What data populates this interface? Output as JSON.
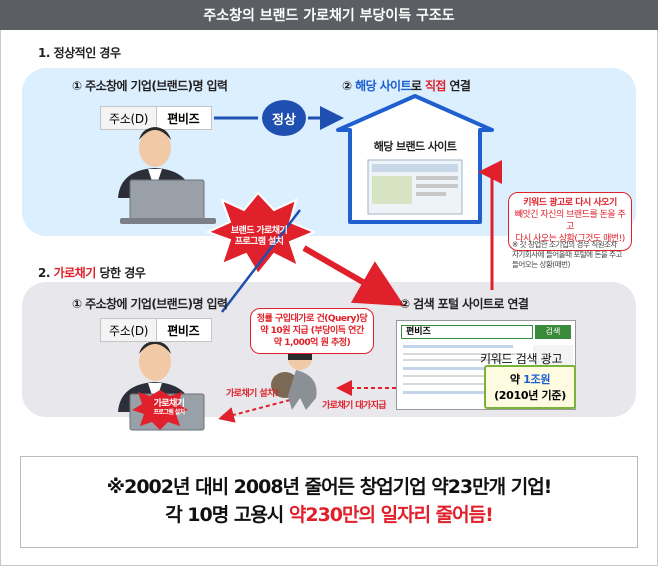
{
  "title": "주소창의 브랜드 가로채기 부당이득 구조도",
  "section1": {
    "label": "1. 정상적인 경우",
    "step1": "① 주소창에 기업(브랜드)명 입력",
    "step2": {
      "prefix": "② ",
      "highlight1": "해당 사이트",
      "mid": "로 ",
      "highlight2": "직접",
      "suffix": " 연결"
    },
    "address_key": "주소(D)",
    "address_value": "편비즈",
    "badge": "정상",
    "house_label": "해당 브랜드 사이트"
  },
  "section2": {
    "label_prefix": "2. ",
    "label_highlight": "가로채기",
    "label_suffix": " 당한 경우",
    "step1": "① 주소창에 기업(브랜드)명 입력",
    "step2": "② 검색 포털 사이트로 연결",
    "address_key": "주소(D)",
    "address_value": "편비즈",
    "burst_line1": "브랜드 가로채기",
    "burst_line2": "프로그램 설치",
    "query_bubble": [
      "정률 구입대가로 건(Query)당",
      "약 10원 지급 (부당이득 연간",
      "약 1,000억 원 추정)"
    ],
    "kw_bubble": [
      "키워드 광고로 다시 사오기",
      "빼앗긴 자신의 브랜드를 돈을 주고",
      "다시 사오는 상황(그것도 매번!)"
    ],
    "notice": [
      "※ 갓 창업한 소기업의 경우 직원조차",
      "자기회사에 들어올때 포털에 돈을 주고",
      "들어오는 상황(매번)"
    ],
    "callout_install": "가로채기 설치!",
    "callout_pay": "가로채기 대가지급",
    "laptop_text1": "가로채기",
    "laptop_text2": "프로그램 설치",
    "search_value": "편비즈",
    "search_button": "검색",
    "kw_label": "키워드 검색 광고",
    "ad_line1_prefix": "약 ",
    "ad_line1_highlight": "1조원",
    "ad_line2": "(2010년 기준)"
  },
  "bottom": {
    "line1": "※2002년 대비 2008년 줄어든 창업기업 약23만개 기업!",
    "line2_prefix": "각 10명 고용시 ",
    "line2_highlight": "약230만의 일자리 줄어듬!"
  },
  "colors": {
    "title_bg": "#5b5e63",
    "accent_red": "#e0202a",
    "accent_blue": "#1a5fd0",
    "band1": "#dcefff",
    "band2": "#e8e8ec"
  }
}
